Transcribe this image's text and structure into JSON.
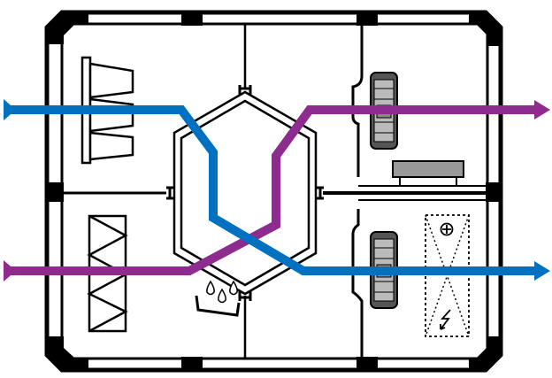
{
  "diagram": {
    "kind": "ventilation-unit-heat-recovery-schematic",
    "colors": {
      "frame": "#000000",
      "background": "#ffffff",
      "supply_air": "#0070c0",
      "extract_air": "#8e2b8e",
      "fan_dark": "#555555",
      "fan_light": "#cccccc"
    },
    "components": [
      {
        "id": "filter-bag",
        "icon": "bag-filter-icon"
      },
      {
        "id": "filter-panel",
        "icon": "panel-filter-icon"
      },
      {
        "id": "heat-exchanger",
        "icon": "counterflow-heat-exchanger-icon"
      },
      {
        "id": "condensate-tray",
        "icon": "condensate-drain-icon"
      },
      {
        "id": "fan-top",
        "icon": "fan-icon"
      },
      {
        "id": "fan-bottom",
        "icon": "fan-icon"
      },
      {
        "id": "control-box",
        "icon": "control-box-icon"
      },
      {
        "id": "electric-heater",
        "icon": "heater-icon"
      }
    ],
    "flows": [
      {
        "id": "supply-flow",
        "color_key": "supply_air",
        "direction": "left-to-right",
        "entry": "top-left",
        "exit": "bottom-right"
      },
      {
        "id": "extract-flow",
        "color_key": "extract_air",
        "direction": "left-to-right",
        "entry": "bottom-left",
        "exit": "top-right"
      }
    ]
  }
}
